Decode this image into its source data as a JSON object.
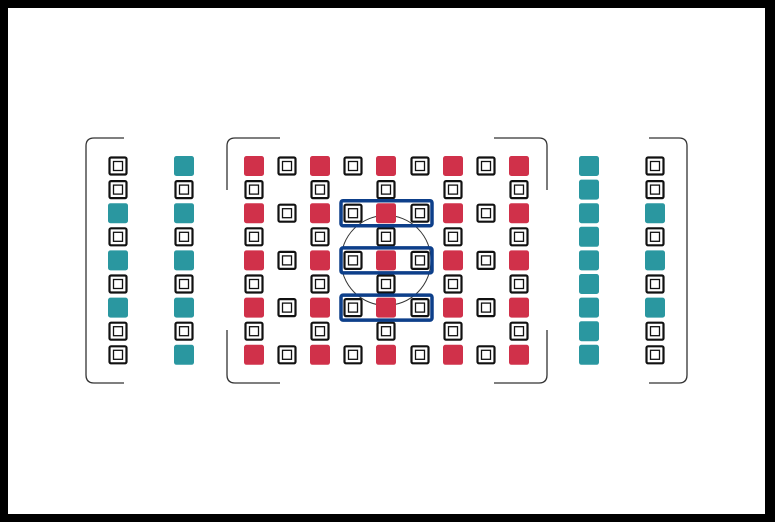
{
  "colors": {
    "cross_type": "#d0314a",
    "f8_point": "#2a97a0",
    "highlight": "#0d3f8a",
    "outline": "#111111"
  },
  "legend_key": {
    "B": "outlined-square",
    "R": "red-filled",
    "T": "teal-filled",
    "-": "none"
  },
  "af_columns": [
    [
      "B",
      "B",
      "T",
      "B",
      "T",
      "B",
      "T",
      "B",
      "B"
    ],
    [
      "T",
      "B",
      "T",
      "B",
      "T",
      "B",
      "T",
      "B",
      "T"
    ],
    [
      "R",
      "B",
      "R",
      "B",
      "R",
      "B",
      "R",
      "B",
      "R"
    ],
    [
      "B",
      "-",
      "B",
      "-",
      "B",
      "-",
      "B",
      "-",
      "B"
    ],
    [
      "R",
      "B",
      "R",
      "B",
      "R",
      "B",
      "R",
      "B",
      "R"
    ],
    [
      "B",
      "-",
      "B",
      "-",
      "B",
      "-",
      "B",
      "-",
      "B"
    ],
    [
      "R",
      "B",
      "R",
      "B",
      "R",
      "B",
      "R",
      "B",
      "R"
    ],
    [
      "B",
      "-",
      "B",
      "-",
      "B",
      "-",
      "B",
      "-",
      "B"
    ],
    [
      "R",
      "B",
      "R",
      "B",
      "R",
      "B",
      "R",
      "B",
      "R"
    ],
    [
      "B",
      "-",
      "B",
      "-",
      "B",
      "-",
      "B",
      "-",
      "B"
    ],
    [
      "R",
      "B",
      "R",
      "B",
      "R",
      "B",
      "R",
      "B",
      "R"
    ],
    [
      "T",
      "T",
      "T",
      "T",
      "T",
      "T",
      "T",
      "T",
      "T"
    ],
    [
      "B",
      "B",
      "T",
      "B",
      "T",
      "B",
      "T",
      "B",
      "B"
    ]
  ],
  "highlighted_rows": [
    2,
    4,
    6
  ],
  "center_circle": true
}
